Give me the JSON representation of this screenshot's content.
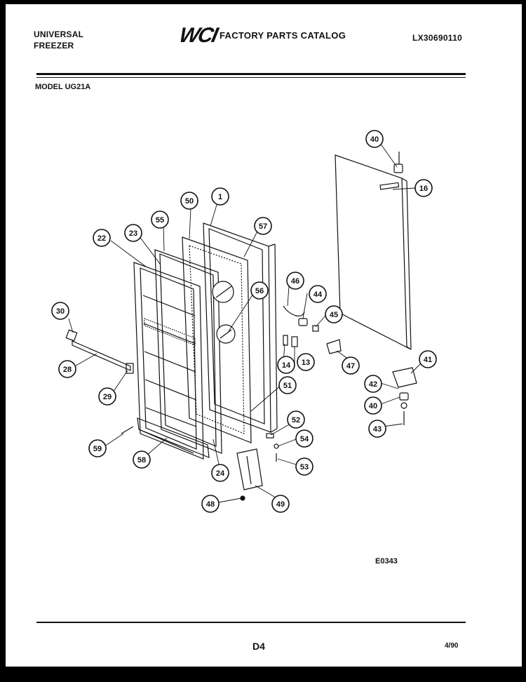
{
  "header": {
    "brand_line1": "UNIVERSAL",
    "brand_line2": "FREEZER",
    "logo": "WCI",
    "catalog_title": "FACTORY PARTS CATALOG",
    "catalog_number": "LX30690110",
    "model": "MODEL UG21A"
  },
  "callouts": [
    {
      "id": "40"
    },
    {
      "id": "16"
    },
    {
      "id": "50"
    },
    {
      "id": "1"
    },
    {
      "id": "55"
    },
    {
      "id": "57"
    },
    {
      "id": "23"
    },
    {
      "id": "22"
    },
    {
      "id": "56"
    },
    {
      "id": "46"
    },
    {
      "id": "44"
    },
    {
      "id": "45"
    },
    {
      "id": "30"
    },
    {
      "id": "14"
    },
    {
      "id": "13"
    },
    {
      "id": "47"
    },
    {
      "id": "41"
    },
    {
      "id": "28"
    },
    {
      "id": "51"
    },
    {
      "id": "42"
    },
    {
      "id": "29"
    },
    {
      "id": "40"
    },
    {
      "id": "52"
    },
    {
      "id": "43"
    },
    {
      "id": "54"
    },
    {
      "id": "59"
    },
    {
      "id": "58"
    },
    {
      "id": "53"
    },
    {
      "id": "24"
    },
    {
      "id": "48"
    },
    {
      "id": "49"
    }
  ],
  "footer": {
    "diagram_code": "E0343",
    "page_id": "D4",
    "page_date": "4/90"
  }
}
